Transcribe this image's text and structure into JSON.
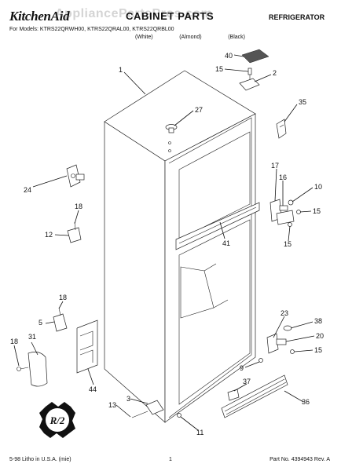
{
  "header": {
    "brand": "KitchenAid",
    "title": "CABINET PARTS",
    "product": "REFRIGERATOR",
    "models_line": "For Models: KTRS22QRWH00, KTRS22QRAL00, KTRS22QRBL00",
    "variants": [
      "(White)",
      "(Almond)",
      "(Black)"
    ],
    "watermark": "AppliancePartsPros.com"
  },
  "footer": {
    "left": "5-98 Litho in U.S.A. (mie)",
    "page": "1",
    "part_number": "Part No. 4394943 Rev. A"
  },
  "logo": {
    "text": "R/2"
  },
  "callouts": [
    "40",
    "15",
    "2",
    "1",
    "27",
    "35",
    "24",
    "17",
    "16",
    "10",
    "15",
    "18",
    "12",
    "41",
    "15",
    "18",
    "5",
    "18",
    "31",
    "44",
    "23",
    "38",
    "20",
    "15",
    "9",
    "37",
    "36",
    "3",
    "13",
    "11"
  ]
}
